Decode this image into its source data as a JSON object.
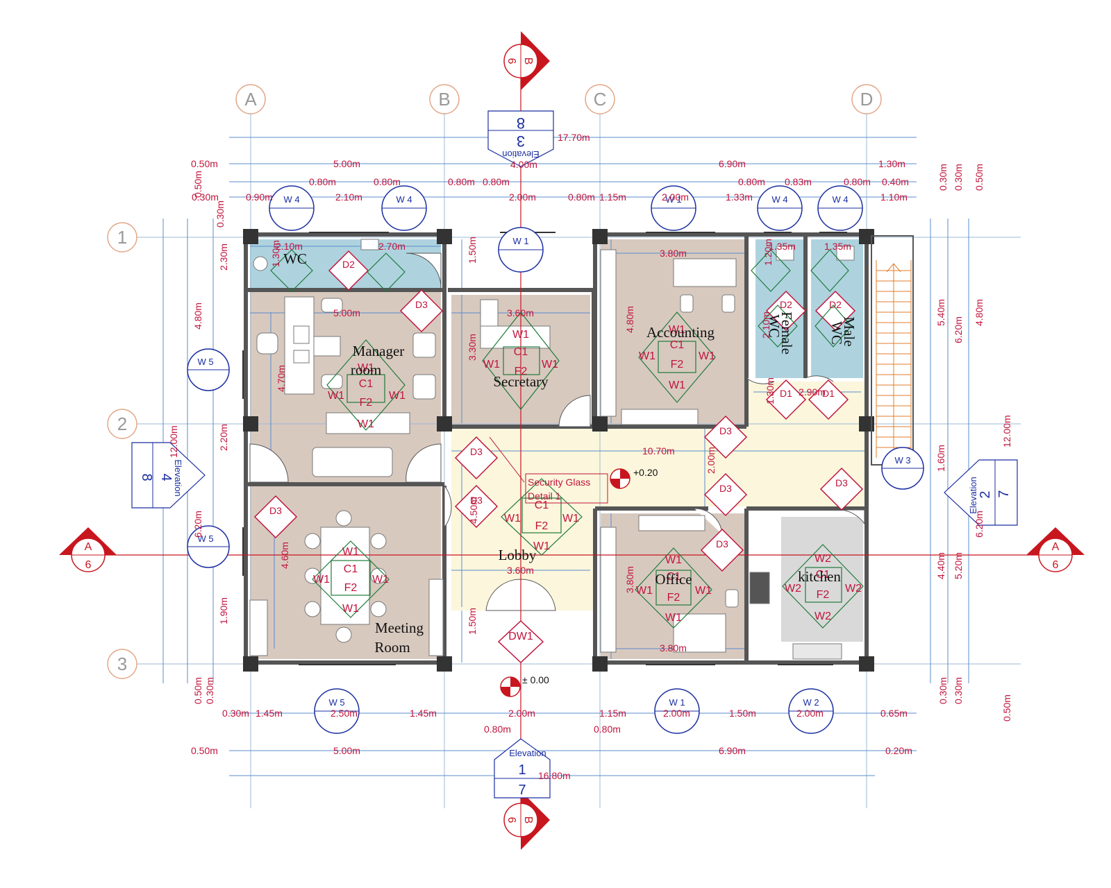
{
  "grid": {
    "columns": [
      "A",
      "B",
      "C",
      "D"
    ],
    "rows": [
      "1",
      "2",
      "3"
    ]
  },
  "rooms": {
    "wc": "WC",
    "manager_1": "Manager",
    "manager_2": "room",
    "secretary": "Secretary",
    "accounting": "Accounting",
    "wc_female_1": "WC",
    "wc_female_2": "Female",
    "wc_male_1": "WC",
    "wc_male_2": "Male",
    "lobby": "Lobby",
    "meeting_1": "Meeting",
    "meeting_2": "Room",
    "office": "Office",
    "kitchen": "kitchen"
  },
  "dims": {
    "top_total": "17.70m",
    "top_050": "0.50m",
    "top_500": "5.00m",
    "top_400": "4.00m",
    "top_690": "6.90m",
    "top_130": "1.30m",
    "r2_080a": "0.80m",
    "r2_080b": "0.80m",
    "r2_080c": "0.80m",
    "r2_080d": "0.80m",
    "r2_080e": "0.80m",
    "r2_083": "0.83m",
    "r2_080f": "0.80m",
    "r2_040": "0.40m",
    "r3_030": "0.30m",
    "r3_090": "0.90m",
    "r3_210": "2.10m",
    "r3_200": "2.00m",
    "r3_080": "0.80m",
    "r3_115": "1.15m",
    "r3_200b": "2.00m",
    "r3_133": "1.33m",
    "r3_110": "1.10m",
    "in_210": "2.10m",
    "in_270": "2.70m",
    "in_130": "1.30m",
    "in_500": "5.00m",
    "in_360": "3.60m",
    "in_380": "3.80m",
    "in_135a": "1.35m",
    "in_135b": "1.35m",
    "in_120": "1.20m",
    "in_210b": "2.10m",
    "in_470": "4.70m",
    "in_330": "3.30m",
    "in_480": "4.80m",
    "in_150": "1.50m",
    "in_290": "2.90m",
    "in_130b": "1.30m",
    "in_1070": "10.70m",
    "in_200": "2.00m",
    "in_450": "4.50m",
    "in_460": "4.60m",
    "in_360b": "3.60m",
    "in_380b": "3.80m",
    "in_380c": "3.80m",
    "in_150b": "1.50m",
    "left_050": "0.50m",
    "left_030": "0.30m",
    "left_230": "2.30m",
    "left_480": "4.80m",
    "left_1200": "12.00m",
    "left_220": "2.20m",
    "left_620": "6.20m",
    "left_190": "1.90m",
    "left_050b": "0.50m",
    "left_030b": "0.30m",
    "right_030": "0.30m",
    "right_030b": "0.30m",
    "right_050": "0.50m",
    "right_540": "5.40m",
    "right_620": "6.20m",
    "right_480": "4.80m",
    "right_1200": "12.00m",
    "right_160": "1.60m",
    "right_440": "4.40m",
    "right_520": "5.20m",
    "right_620b": "6.20m",
    "right_030c": "0.30m",
    "right_030d": "0.30m",
    "right_050b": "0.50m",
    "b1_030": "0.30m",
    "b1_145": "1.45m",
    "b1_250": "2.50m",
    "b1_145b": "1.45m",
    "b1_200": "2.00m",
    "b1_115": "1.15m",
    "b1_200b": "2.00m",
    "b1_150": "1.50m",
    "b1_200c": "2.00m",
    "b1_065": "0.65m",
    "b2_080": "0.80m",
    "b2_080b": "0.80m",
    "b3_050": "0.50m",
    "b3_500": "5.00m",
    "b3_690": "6.90m",
    "b3_020": "0.20m",
    "b4_1680": "16.80m"
  },
  "window_tags": {
    "w4a": "W 4",
    "w4b": "W 4",
    "w1a": "W 1",
    "w4c": "W 4",
    "w4d": "W 4",
    "w1b": "W 1",
    "w5": "W 5",
    "w1c": "W 1",
    "w2": "W 2",
    "w3": "W 3",
    "w_l1": "W 5",
    "w_l2": "W 5"
  },
  "door_tags": {
    "d2": "D2",
    "d3a": "D3",
    "d3b": "D3",
    "d3c": "D3",
    "d3d": "D3",
    "d3e": "D3",
    "d3f": "D3",
    "d3g": "D3",
    "d3h": "D3",
    "d1a": "D1",
    "d1b": "D1",
    "d2b": "D2",
    "d2c": "D2",
    "dw1": "DW1"
  },
  "finish": {
    "w1": "W1",
    "c1": "C1",
    "f2": "F2",
    "w2": "W2"
  },
  "levels": {
    "upper": "+0.20",
    "ground": "± 0.00"
  },
  "annotations": {
    "security_1": "Security Glass",
    "security_2": "Detail 1"
  },
  "sections": {
    "a_letter": "A",
    "a_num": "6",
    "b_letter": "B",
    "b_num": "6"
  },
  "elevations": {
    "label": "Elevation",
    "top_num": "3",
    "top_sheet": "8",
    "bottom_num": "1",
    "bottom_sheet": "7",
    "left_num": "4",
    "left_sheet": "8",
    "right_num": "2",
    "right_sheet": "7"
  }
}
